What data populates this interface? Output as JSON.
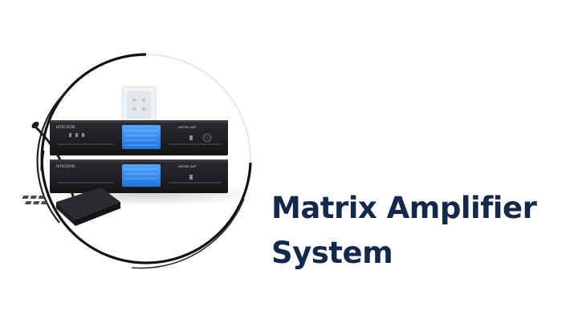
{
  "card": {
    "title_line1": "Matrix Amplifier",
    "title_line2": "System",
    "title_color": "#13294b"
  },
  "product_image": {
    "icon": "matrix-amplifier-product-icon",
    "device_label_1": "HITECHFIRE",
    "device_label_2": "MATRIX AMP"
  },
  "colors": {
    "background": "#ffffff",
    "rack_body": "#1c1d20",
    "lcd_screen": "#2f8bf0",
    "ring": "#111111",
    "panel": "#e9ecef"
  }
}
